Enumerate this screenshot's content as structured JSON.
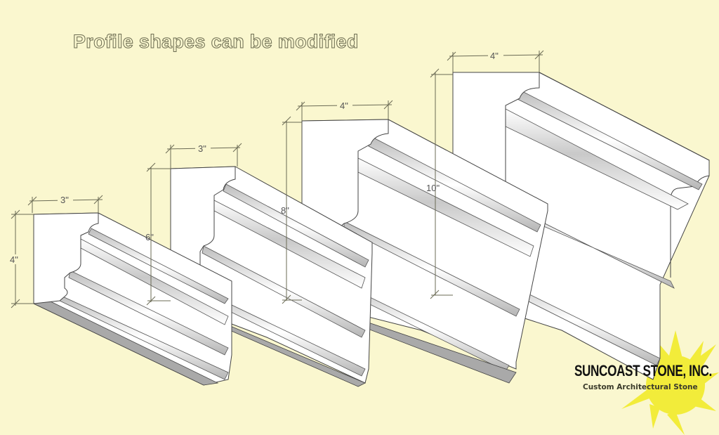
{
  "title": "Profile shapes can be modified",
  "colors": {
    "background": "#faf7cf",
    "stone_face": "#ffffff",
    "stone_shadow": "#a9a9a9",
    "outline": "#444444",
    "dimension_line": "#6b6b55",
    "sun": "#f2ec3a"
  },
  "profiles": [
    {
      "id": "profile-1",
      "width_label": "3\"",
      "height_label": "4\""
    },
    {
      "id": "profile-2",
      "width_label": "3\"",
      "height_label": "6\""
    },
    {
      "id": "profile-3",
      "width_label": "4\"",
      "height_label": "8\""
    },
    {
      "id": "profile-4",
      "width_label": "4\"",
      "height_label": "10\""
    }
  ],
  "logo": {
    "company": "SUNCOAST STONE, INC.",
    "tagline": "Custom Architectural Stone",
    "icon": "sun-icon"
  }
}
